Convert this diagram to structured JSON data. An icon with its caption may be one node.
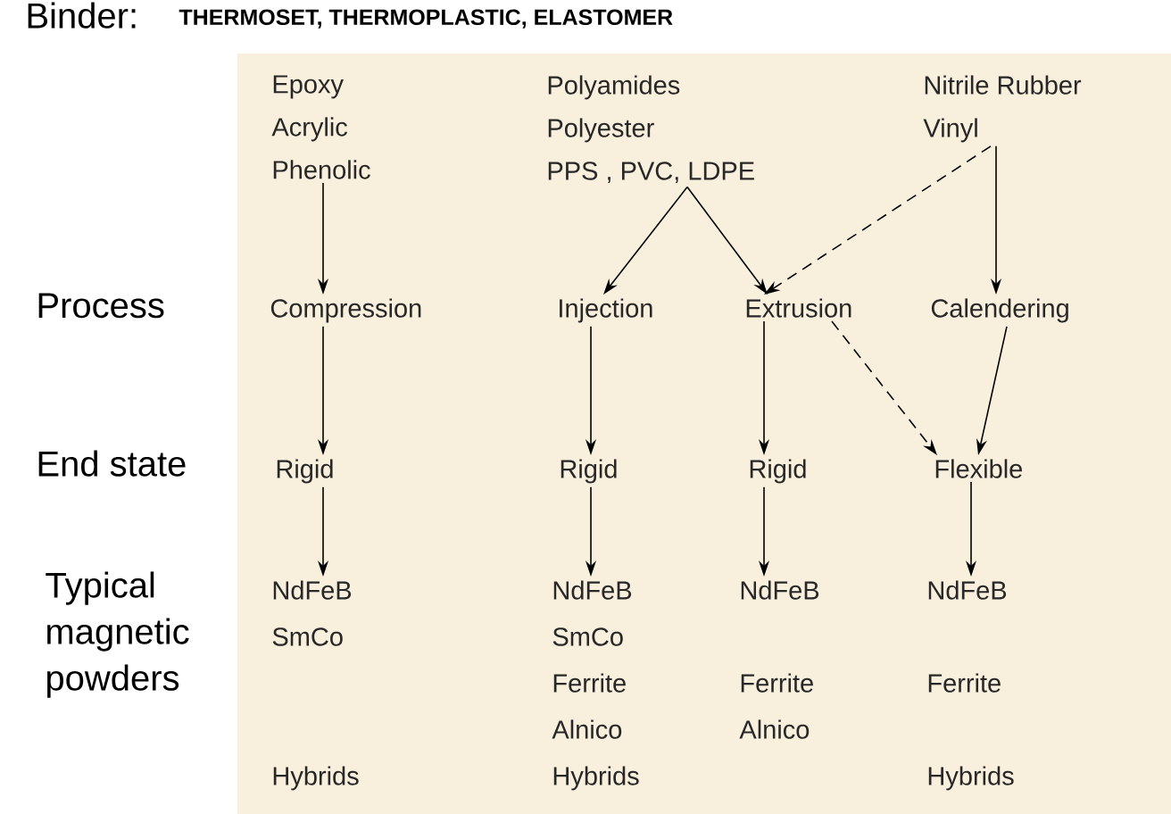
{
  "diagram": {
    "nodes": [
      {
        "text": [
          "Epoxy",
          "Acrylic",
          "Phenolic"
        ]
      },
      {
        "text": [
          "Polyamides",
          "Polyester",
          "PPS , PVC,  LDPE"
        ]
      },
      {
        "text": [
          "Nitrile Rubber",
          "Vinyl"
        ]
      },
      {
        "text": [
          "Compression"
        ]
      },
      {
        "text": [
          "Injection"
        ]
      },
      {
        "text": [
          "Extrusion"
        ]
      },
      {
        "text": [
          "Calendering"
        ]
      },
      {
        "text": [
          "Rigid"
        ]
      },
      {
        "text": [
          "Rigid"
        ]
      },
      {
        "text": [
          "Rigid"
        ]
      },
      {
        "text": [
          "Flexible"
        ]
      },
      {
        "text": [
          "NdFeB",
          "SmCo",
          "Hybrids"
        ]
      },
      {
        "text": [
          "NdFeB",
          "SmCo",
          "Ferrite",
          "Alnico",
          "Hybrids"
        ]
      },
      {
        "text": [
          "NdFeB",
          "Ferrite",
          "Alnico"
        ]
      },
      {
        "text": [
          "NdFeB",
          "Ferrite",
          "Hybrids"
        ]
      }
    ],
    "edges": [
      {
        "from": 0,
        "to": 3,
        "arrow": "to"
      },
      {
        "from": 1,
        "to": 4,
        "arrow": "to"
      },
      {
        "from": 1,
        "to": 5,
        "arrow": "to"
      },
      {
        "from": 2,
        "to": 5,
        "arrow": "to",
        "style": "dashed"
      },
      {
        "from": 2,
        "to": 6,
        "arrow": "to"
      },
      {
        "from": 3,
        "to": 7,
        "arrow": "to"
      },
      {
        "from": 4,
        "to": 8,
        "arrow": "to"
      },
      {
        "from": 5,
        "to": 9,
        "arrow": "to"
      },
      {
        "from": 5,
        "to": 10,
        "arrow": "to",
        "style": "dashed"
      },
      {
        "from": 6,
        "to": 10,
        "arrow": "to"
      },
      {
        "from": 7,
        "to": 11,
        "arrow": "to"
      },
      {
        "from": 8,
        "to": 12,
        "arrow": "to"
      },
      {
        "from": 9,
        "to": 13,
        "arrow": "to"
      },
      {
        "from": 10,
        "to": 14,
        "arrow": "to"
      }
    ],
    "labels": [
      "Binder:",
      "THERMOSET, THERMOPLASTIC, ELASTOMER",
      "Process",
      "End state",
      "Typical magnetic powders"
    ]
  }
}
